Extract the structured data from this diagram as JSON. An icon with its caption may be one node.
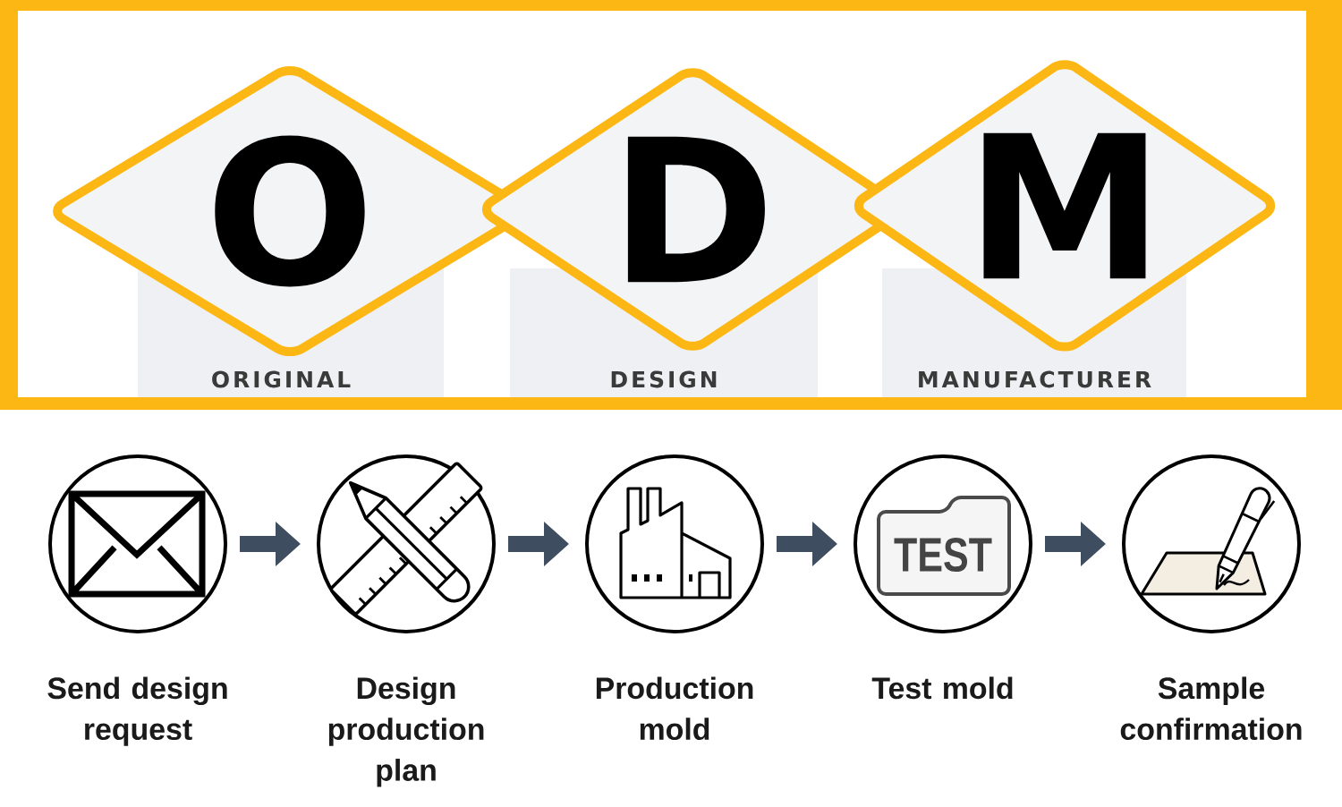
{
  "diagram": {
    "nodes": [
      {
        "text": [
          "O"
        ],
        "beside": [
          "ORIGINAL"
        ]
      },
      {
        "text": [
          "D"
        ],
        "beside": [
          "DESIGN"
        ]
      },
      {
        "text": [
          "M"
        ],
        "beside": [
          "MANUFACTURER"
        ]
      },
      {
        "text": [],
        "shape": "circle",
        "beside": [
          "Send design request"
        ]
      },
      {
        "text": [],
        "shape": "circle",
        "beside": [
          "Design production plan"
        ]
      },
      {
        "text": [],
        "shape": "circle",
        "beside": [
          "Production mold"
        ]
      },
      {
        "text": [
          "TEST"
        ],
        "beside": [
          "Test mold"
        ]
      },
      {
        "text": [],
        "shape": "circle",
        "beside": [
          "Sample confirmation"
        ]
      }
    ],
    "edges": [
      {
        "from": 3,
        "to": 4,
        "arrow": "to"
      },
      {
        "from": 4,
        "to": 5,
        "arrow": "to"
      },
      {
        "from": 5,
        "to": 6,
        "arrow": "to"
      },
      {
        "from": 6,
        "to": 7,
        "arrow": "to"
      }
    ]
  }
}
